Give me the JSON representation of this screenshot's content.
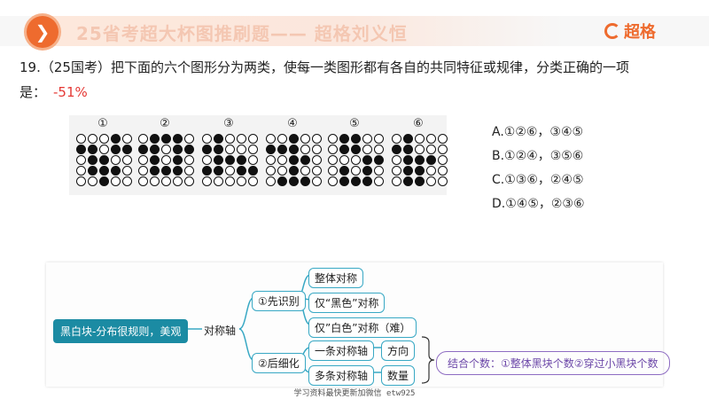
{
  "header": {
    "title": "25省考超大杯图推刷题—— 超格刘义恒",
    "brand": "超格",
    "nav_glyph": "❯"
  },
  "question": {
    "text": "19.（25国考）把下面的六个图形分为两类，使每一类图形都有各自的共同特征或规律，分类正确的一项是：",
    "rate": "-51%"
  },
  "figures": [
    {
      "label": "①",
      "cells": [
        0,
        0,
        0,
        1,
        0,
        1,
        1,
        0,
        1,
        1,
        0,
        1,
        1,
        0,
        0,
        0,
        1,
        1,
        1,
        0,
        0,
        0,
        1,
        0,
        0
      ]
    },
    {
      "label": "②",
      "cells": [
        0,
        1,
        1,
        1,
        0,
        1,
        1,
        0,
        1,
        1,
        0,
        1,
        0,
        1,
        0,
        0,
        1,
        1,
        1,
        0,
        0,
        0,
        0,
        0,
        0
      ]
    },
    {
      "label": "③",
      "cells": [
        0,
        1,
        0,
        0,
        0,
        1,
        1,
        0,
        0,
        0,
        0,
        1,
        1,
        1,
        0,
        1,
        1,
        0,
        1,
        1,
        0,
        0,
        0,
        0,
        0
      ]
    },
    {
      "label": "④",
      "cells": [
        0,
        0,
        1,
        0,
        0,
        1,
        1,
        1,
        0,
        0,
        0,
        0,
        1,
        1,
        0,
        0,
        0,
        1,
        0,
        0,
        0,
        1,
        1,
        1,
        0
      ]
    },
    {
      "label": "⑤",
      "cells": [
        0,
        1,
        1,
        0,
        0,
        0,
        1,
        1,
        0,
        0,
        0,
        0,
        0,
        1,
        1,
        0,
        1,
        0,
        1,
        0,
        0,
        1,
        1,
        1,
        0
      ]
    },
    {
      "label": "⑥",
      "cells": [
        0,
        1,
        0,
        0,
        0,
        1,
        1,
        0,
        0,
        0,
        0,
        1,
        1,
        1,
        0,
        0,
        1,
        1,
        0,
        0,
        0,
        1,
        1,
        0,
        0
      ]
    }
  ],
  "options": [
    "A.①②⑥，③④⑤",
    "B.①②④，③⑤⑥",
    "C.①③⑥，②④⑤",
    "D.①④⑤，②③⑥"
  ],
  "mindmap": {
    "root": "黑白块-分布很规则，美观",
    "axis": "对称轴",
    "first": "①先识别",
    "first_children": [
      "整体对称",
      "仅“黑色”对称",
      "仅”白色”对称（难）"
    ],
    "second": "②后细化",
    "second_children": [
      "一条对称轴",
      "多条对称轴"
    ],
    "second_targets": [
      "方向",
      "数量"
    ],
    "summary": "结合个数：①整体黑块个数②穿过小黑块个数"
  },
  "footer": "学习资料最快更新加微信 etw925",
  "colors": {
    "accent": "#ee6b2e",
    "node_border": "#38a8c4",
    "root_bg": "#1b8ba3",
    "summary": "#8e6cc2"
  }
}
